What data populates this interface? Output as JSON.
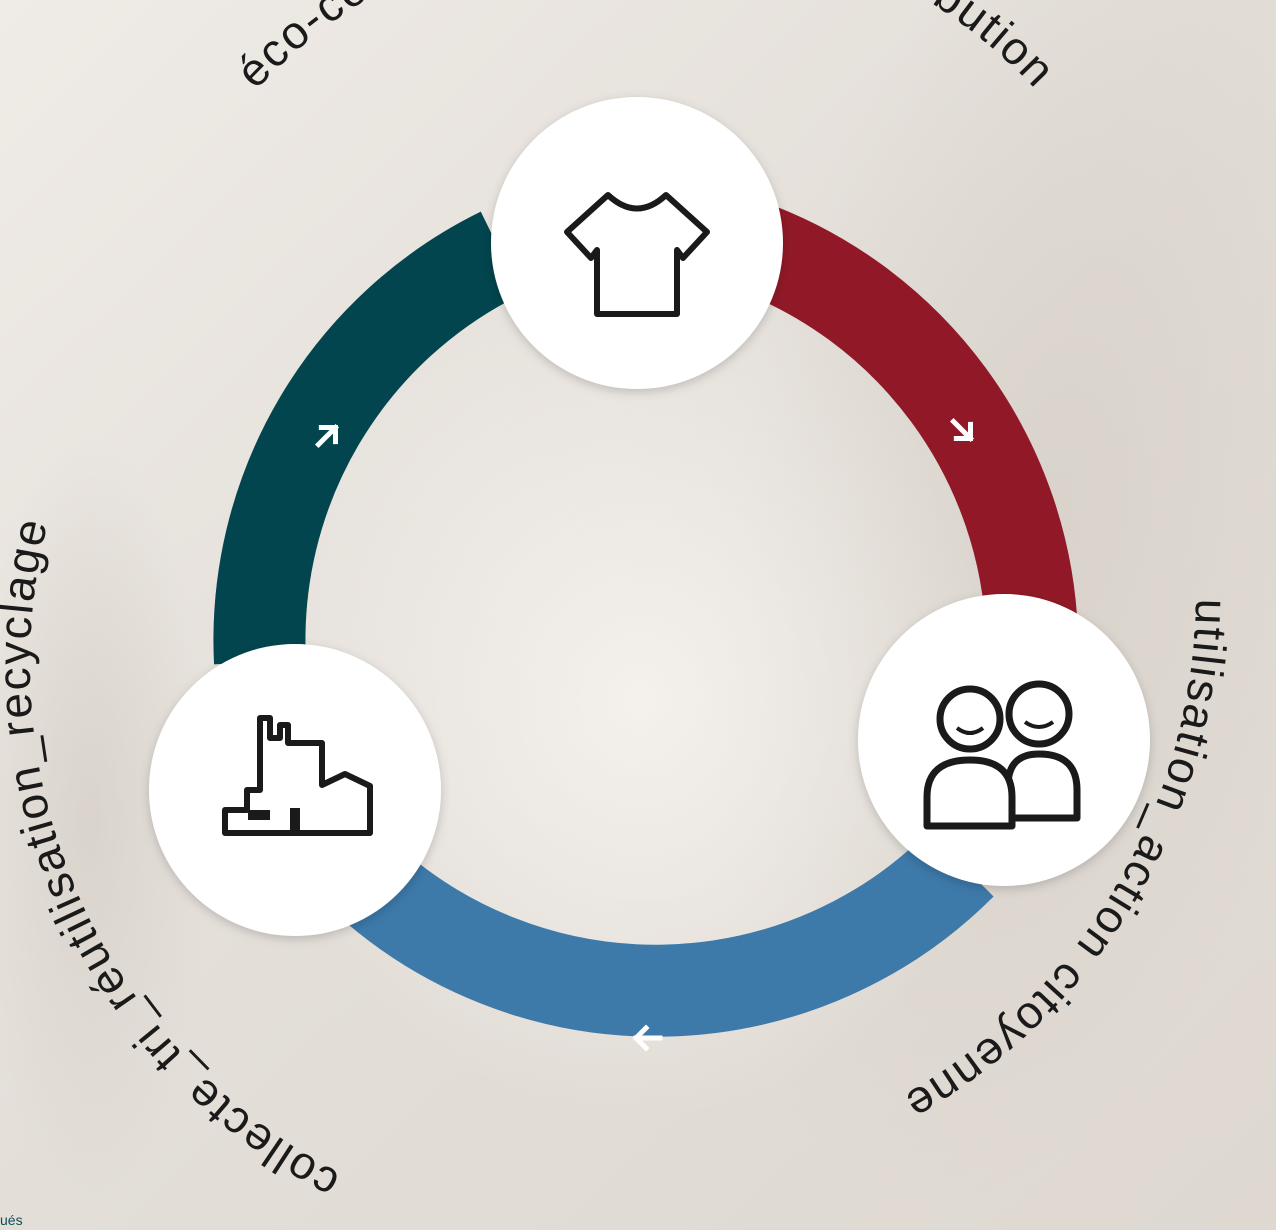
{
  "stages": [
    {
      "id": "production",
      "label": "éco-conception_fabrication_distribution",
      "icon": "tshirt-icon"
    },
    {
      "id": "usage",
      "label": "utilisation_action citoyenne",
      "icon": "people-icon"
    },
    {
      "id": "end-of-life",
      "label": "collecte_tri_réutilisation_recyclage",
      "icon": "factory-icon"
    }
  ],
  "cycle_arrows": [
    {
      "from": "production",
      "to": "usage",
      "color": "#911927",
      "icon": "arrow-down-right-icon"
    },
    {
      "from": "usage",
      "to": "end-of-life",
      "color": "#3d79a9",
      "icon": "arrow-left-icon"
    },
    {
      "from": "end-of-life",
      "to": "production",
      "color": "#02454e",
      "icon": "arrow-up-right-icon"
    }
  ],
  "colors": {
    "production_arc": "#911927",
    "usage_arc": "#3d79a9",
    "recycle_arc": "#02454e",
    "background": "#e6e1db",
    "text": "#1a1a1a"
  },
  "footer": {
    "fragment": "ués"
  }
}
